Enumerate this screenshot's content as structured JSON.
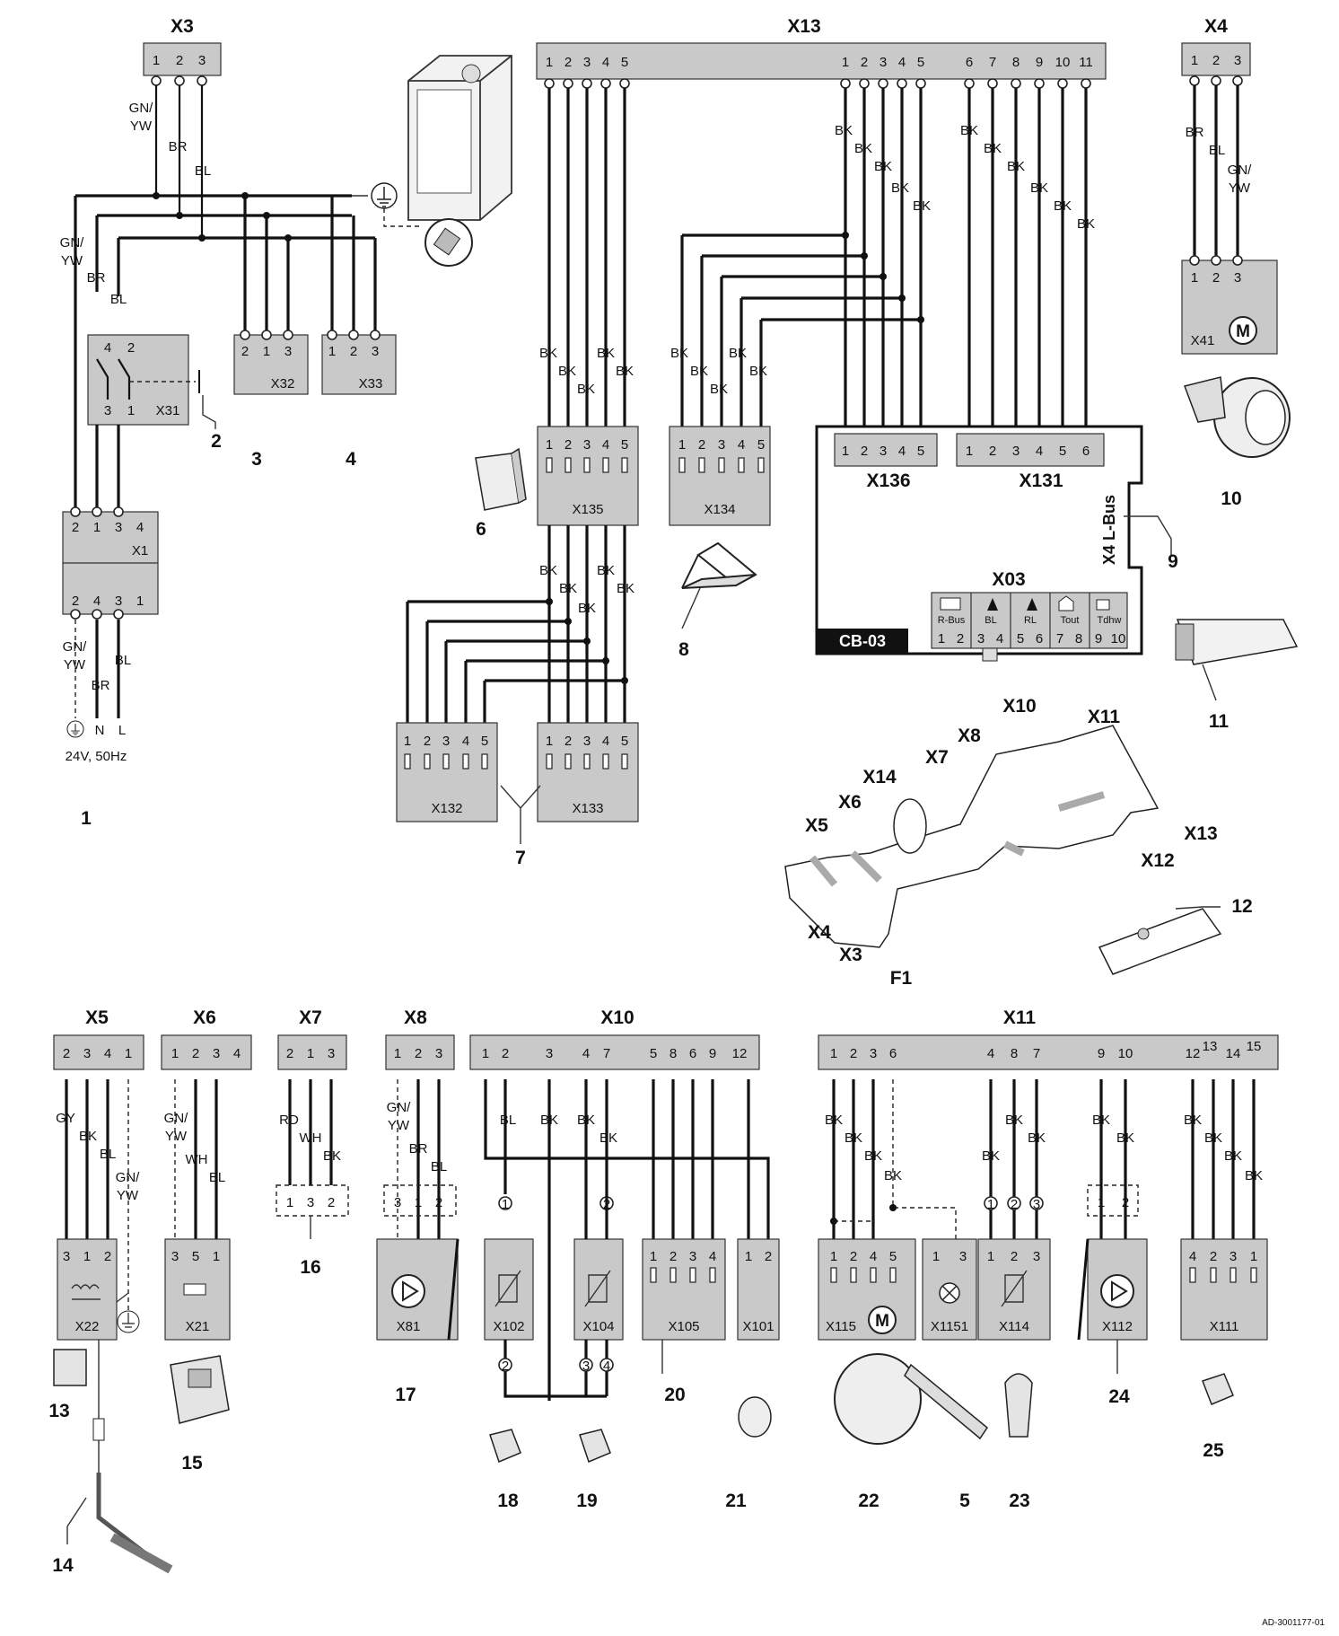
{
  "doc_ref": "AD-3001177-01",
  "supply": {
    "pe": "⏚",
    "n": "N",
    "l": "L",
    "text": "24V, 50Hz"
  },
  "board": {
    "name": "CB-03",
    "lbus": "X4 L-Bus",
    "x03": "X03",
    "x03_icons": [
      "R-Bus",
      "BL",
      "RL",
      "Tout",
      "Tdhw"
    ]
  },
  "terminals": {
    "x3": "X3",
    "x13": "X13",
    "x4": "X4",
    "x5": "X5",
    "x6": "X6",
    "x7": "X7",
    "x8": "X8",
    "x10": "X10",
    "x11": "X11",
    "x31": "X31",
    "x32": "X32",
    "x33": "X33",
    "x1": "X1",
    "x41": "X41",
    "x135": "X135",
    "x134": "X134",
    "x136": "X136",
    "x131": "X131",
    "x132": "X132",
    "x133": "X133",
    "x22": "X22",
    "x21": "X21",
    "x81": "X81",
    "x102": "X102",
    "x104": "X104",
    "x105": "X105",
    "x101": "X101",
    "x115": "X115",
    "x1151": "X1151",
    "x114": "X114",
    "x112": "X112",
    "x111": "X111"
  },
  "pcb_labels": [
    "X10",
    "X11",
    "X8",
    "X7",
    "X14",
    "X6",
    "X5",
    "X13",
    "X12",
    "X4",
    "X3",
    "F1"
  ],
  "pins": {
    "x3": [
      "1",
      "2",
      "3"
    ],
    "x13a": [
      "1",
      "2",
      "3",
      "4",
      "5"
    ],
    "x13b": [
      "1",
      "2",
      "3",
      "4",
      "5"
    ],
    "x13c": [
      "6",
      "7",
      "8",
      "9",
      "10",
      "11"
    ],
    "x4": [
      "1",
      "2",
      "3"
    ],
    "x31": [
      "4",
      "2",
      "3",
      "1"
    ],
    "x32": [
      "2",
      "1",
      "3"
    ],
    "x33": [
      "1",
      "2",
      "3"
    ],
    "x1top": [
      "2",
      "1",
      "3",
      "4"
    ],
    "x1bot": [
      "2",
      "4",
      "3",
      "1"
    ],
    "x41": [
      "1",
      "2",
      "3"
    ],
    "x135": [
      "1",
      "2",
      "3",
      "4",
      "5"
    ],
    "x134": [
      "1",
      "2",
      "3",
      "4",
      "5"
    ],
    "x136": [
      "1",
      "2",
      "3",
      "4",
      "5"
    ],
    "x131": [
      "1",
      "2",
      "3",
      "4",
      "5",
      "6"
    ],
    "x03": [
      "1",
      "2",
      "3",
      "4",
      "5",
      "6",
      "7",
      "8",
      "9",
      "10"
    ],
    "x132": [
      "1",
      "2",
      "3",
      "4",
      "5"
    ],
    "x133": [
      "1",
      "2",
      "3",
      "4",
      "5"
    ],
    "x5": [
      "2",
      "3",
      "4",
      "1"
    ],
    "x6": [
      "1",
      "2",
      "3",
      "4"
    ],
    "x7": [
      "2",
      "1",
      "3"
    ],
    "x8": [
      "1",
      "2",
      "3"
    ],
    "x10": [
      "1",
      "2",
      "3",
      "4",
      "7",
      "5",
      "8",
      "6",
      "9",
      "12"
    ],
    "x11": [
      "1",
      "2",
      "3",
      "6",
      "4",
      "8",
      "7",
      "9",
      "10",
      "12",
      "13",
      "14",
      "15"
    ],
    "x22": [
      "3",
      "1",
      "2"
    ],
    "x21": [
      "3",
      "5",
      "1"
    ],
    "x16": [
      "1",
      "3",
      "2"
    ],
    "x81": [
      "3",
      "1",
      "2"
    ],
    "x102t": [
      "1"
    ],
    "x102b": [
      "2"
    ],
    "x104t": [
      "2"
    ],
    "x104b": [
      "3",
      "4"
    ],
    "x105": [
      "1",
      "2",
      "3",
      "4"
    ],
    "x101": [
      "1",
      "2"
    ],
    "x115": [
      "1",
      "2",
      "4",
      "5"
    ],
    "x1151": [
      "1",
      "3"
    ],
    "x114": [
      "1",
      "2",
      "3"
    ],
    "x114t": [
      "1",
      "2",
      "3"
    ],
    "x112": [
      "1",
      "2"
    ],
    "x111": [
      "4",
      "2",
      "3",
      "1"
    ]
  },
  "wires": {
    "x3": [
      "GN/\nYW",
      "BR",
      "BL"
    ],
    "left": [
      "GN/\nYW",
      "BR",
      "BL"
    ],
    "supply": [
      "GN/\nYW",
      "BR",
      "BL"
    ],
    "x4": [
      "BR",
      "BL",
      "GN/\nYW"
    ],
    "x13a": [
      "BK",
      "BK",
      "BK",
      "BK",
      "BK"
    ],
    "x13b": [
      "BK",
      "BK",
      "BK",
      "BK",
      "BK"
    ],
    "x13c": [
      "BK",
      "BK",
      "BK",
      "BK",
      "BK",
      "BK"
    ],
    "x135": [
      "BK",
      "BK",
      "BK",
      "BK",
      "BK"
    ],
    "x134": [
      "BK",
      "BK",
      "BK",
      "BK",
      "BK"
    ],
    "x135b": [
      "BK",
      "BK",
      "BK",
      "BK",
      "BK"
    ],
    "x5": [
      "GY",
      "BK",
      "BL",
      "GN/\nYW"
    ],
    "x6": [
      "GN/\nYW",
      "WH",
      "BL"
    ],
    "x7": [
      "RD",
      "WH",
      "BK"
    ],
    "x8": [
      "GN/\nYW",
      "BR",
      "BL"
    ],
    "x10": [
      "BL",
      "BK",
      "BK",
      "BK"
    ],
    "x11a": [
      "BK",
      "BK",
      "BK",
      "BK"
    ],
    "x11b": [
      "BK",
      "BK",
      "BK"
    ],
    "x11c": [
      "BK",
      "BK"
    ],
    "x11d": [
      "BK",
      "BK",
      "BK",
      "BK"
    ]
  },
  "callouts": [
    "1",
    "2",
    "3",
    "4",
    "5",
    "6",
    "7",
    "8",
    "9",
    "10",
    "11",
    "12",
    "13",
    "14",
    "15",
    "16",
    "17",
    "18",
    "19",
    "20",
    "21",
    "22",
    "23",
    "24",
    "25"
  ]
}
